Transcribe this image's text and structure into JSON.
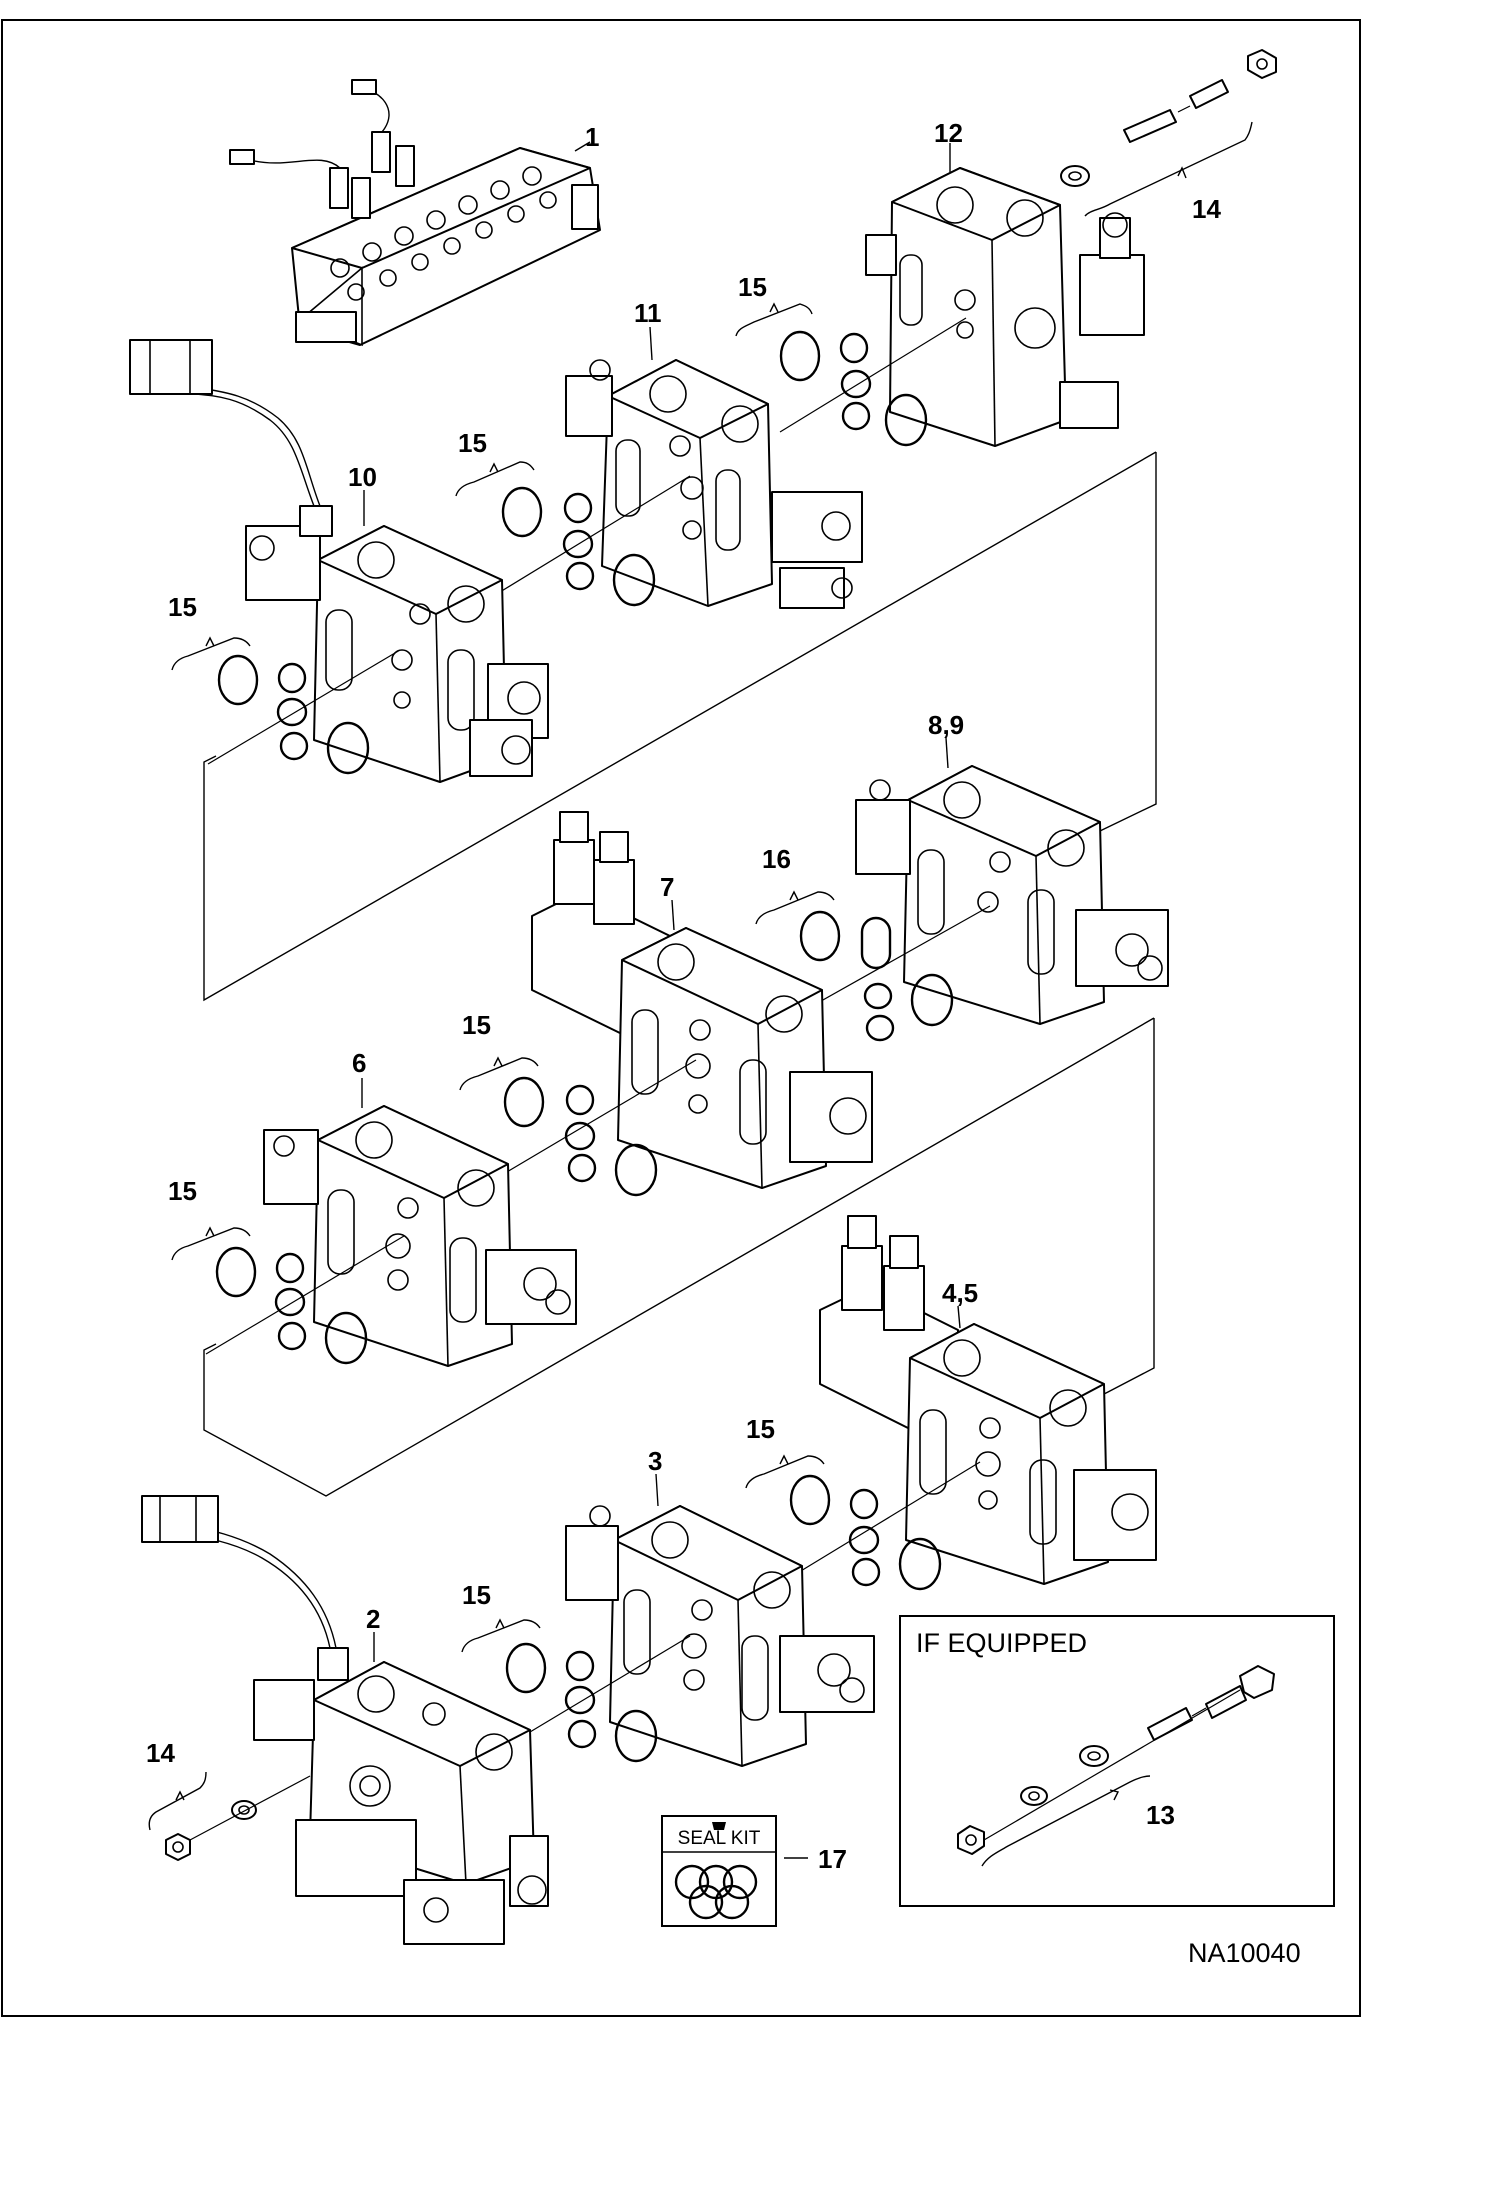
{
  "callouts": {
    "c1": "1",
    "c2": "2",
    "c3": "3",
    "c4_5": "4,5",
    "c6": "6",
    "c7": "7",
    "c8_9": "8,9",
    "c10": "10",
    "c11": "11",
    "c12": "12",
    "c13": "13",
    "c14_top": "14",
    "c14_bottom": "14",
    "c15_a": "15",
    "c15_b": "15",
    "c15_c": "15",
    "c15_d": "15",
    "c15_e": "15",
    "c15_f": "15",
    "c15_g": "15",
    "c16": "16",
    "c17": "17"
  },
  "optional_box": {
    "title": "IF EQUIPPED"
  },
  "seal_kit": {
    "label": "SEAL KIT"
  },
  "figure_id": "NA10040"
}
